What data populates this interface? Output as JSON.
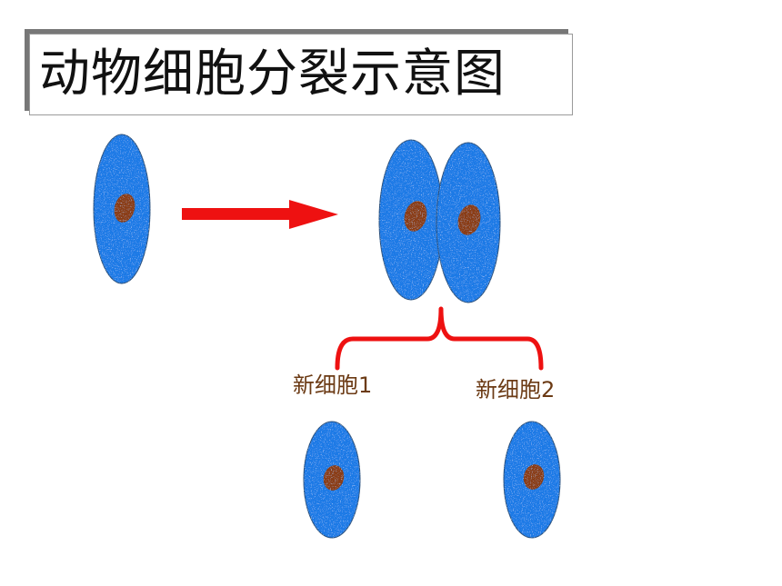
{
  "title": "动物细胞分裂示意图",
  "labels": {
    "new_cell_1": "新细胞1",
    "new_cell_2": "新细胞2"
  },
  "colors": {
    "cell_fill": "#1f7ae6",
    "cell_speckle": "#8cc3ff",
    "nucleus": "#8a3c12",
    "arrow": "#ee1111",
    "brace": "#ee1111",
    "label_text": "#6b3a14"
  }
}
